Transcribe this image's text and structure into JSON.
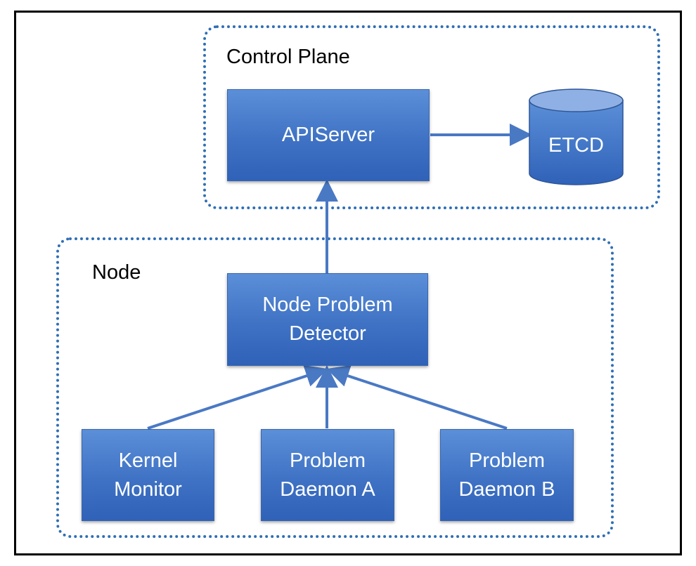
{
  "groups": {
    "control_plane": "Control Plane",
    "node": "Node"
  },
  "nodes": {
    "apiserver": "APIServer",
    "etcd": "ETCD",
    "node_problem_detector": [
      "Node Problem",
      "Detector"
    ],
    "kernel_monitor": [
      "Kernel",
      "Monitor"
    ],
    "problem_daemon_a": [
      "Problem",
      "Daemon A"
    ],
    "problem_daemon_b": [
      "Problem",
      "Daemon B"
    ]
  },
  "edges": [
    {
      "from": "apiserver",
      "to": "etcd"
    },
    {
      "from": "node_problem_detector",
      "to": "apiserver"
    },
    {
      "from": "kernel_monitor",
      "to": "node_problem_detector"
    },
    {
      "from": "problem_daemon_a",
      "to": "node_problem_detector"
    },
    {
      "from": "problem_daemon_b",
      "to": "node_problem_detector"
    }
  ],
  "colors": {
    "node_fill": "#4472c4",
    "group_border": "#2f6eb5",
    "arrow": "#4a79c4",
    "etcd_top": "#8eb0e4"
  }
}
